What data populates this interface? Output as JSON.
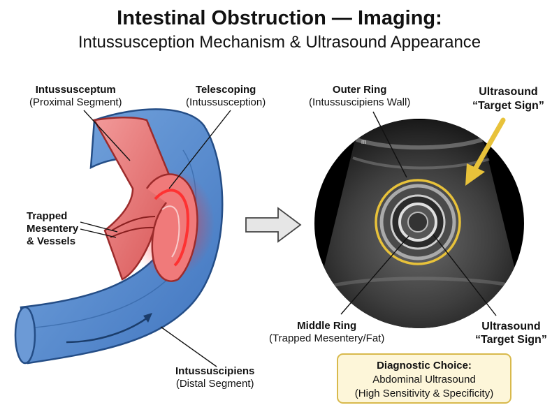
{
  "title": "Intestinal Obstruction — Imaging:",
  "subtitle": "Intussusception Mechanism & Ultrasound Appearance",
  "labels": {
    "intussusceptum": {
      "title": "Intussusceptum",
      "sub": "(Proximal Segment)"
    },
    "telescoping": {
      "title": "Telescoping",
      "sub": "(Intussusception)"
    },
    "trapped": {
      "line1": "Trapped",
      "line2": "Mesentery",
      "line3": "& Vessels"
    },
    "intussuscipiens": {
      "title": "Intussuscipiens",
      "sub": "(Distal Segment)"
    },
    "outer_ring": {
      "title": "Outer Ring",
      "sub": "(Intussuscipiens Wall)"
    },
    "target_top": {
      "line1": "Ultrasound",
      "line2": "“Target Sign”"
    },
    "middle_ring": {
      "title": "Middle Ring",
      "sub": "(Trapped Mesentery/Fat)"
    },
    "target_bottom": {
      "line1": "Ultrasound",
      "line2": "“Target Sign”"
    }
  },
  "us_marker": "m",
  "diagnostic": {
    "title": "Diagnostic Choice:",
    "line1": "Abdominal Ultrasound",
    "line2": "(High Sensitivity & Specificity)"
  },
  "colors": {
    "intestine_blue": "#5b8fd0",
    "intussusceptum_red": "#e86a6a",
    "highlight_red": "#ff3030",
    "target_ring": "#e8c23a"
  }
}
